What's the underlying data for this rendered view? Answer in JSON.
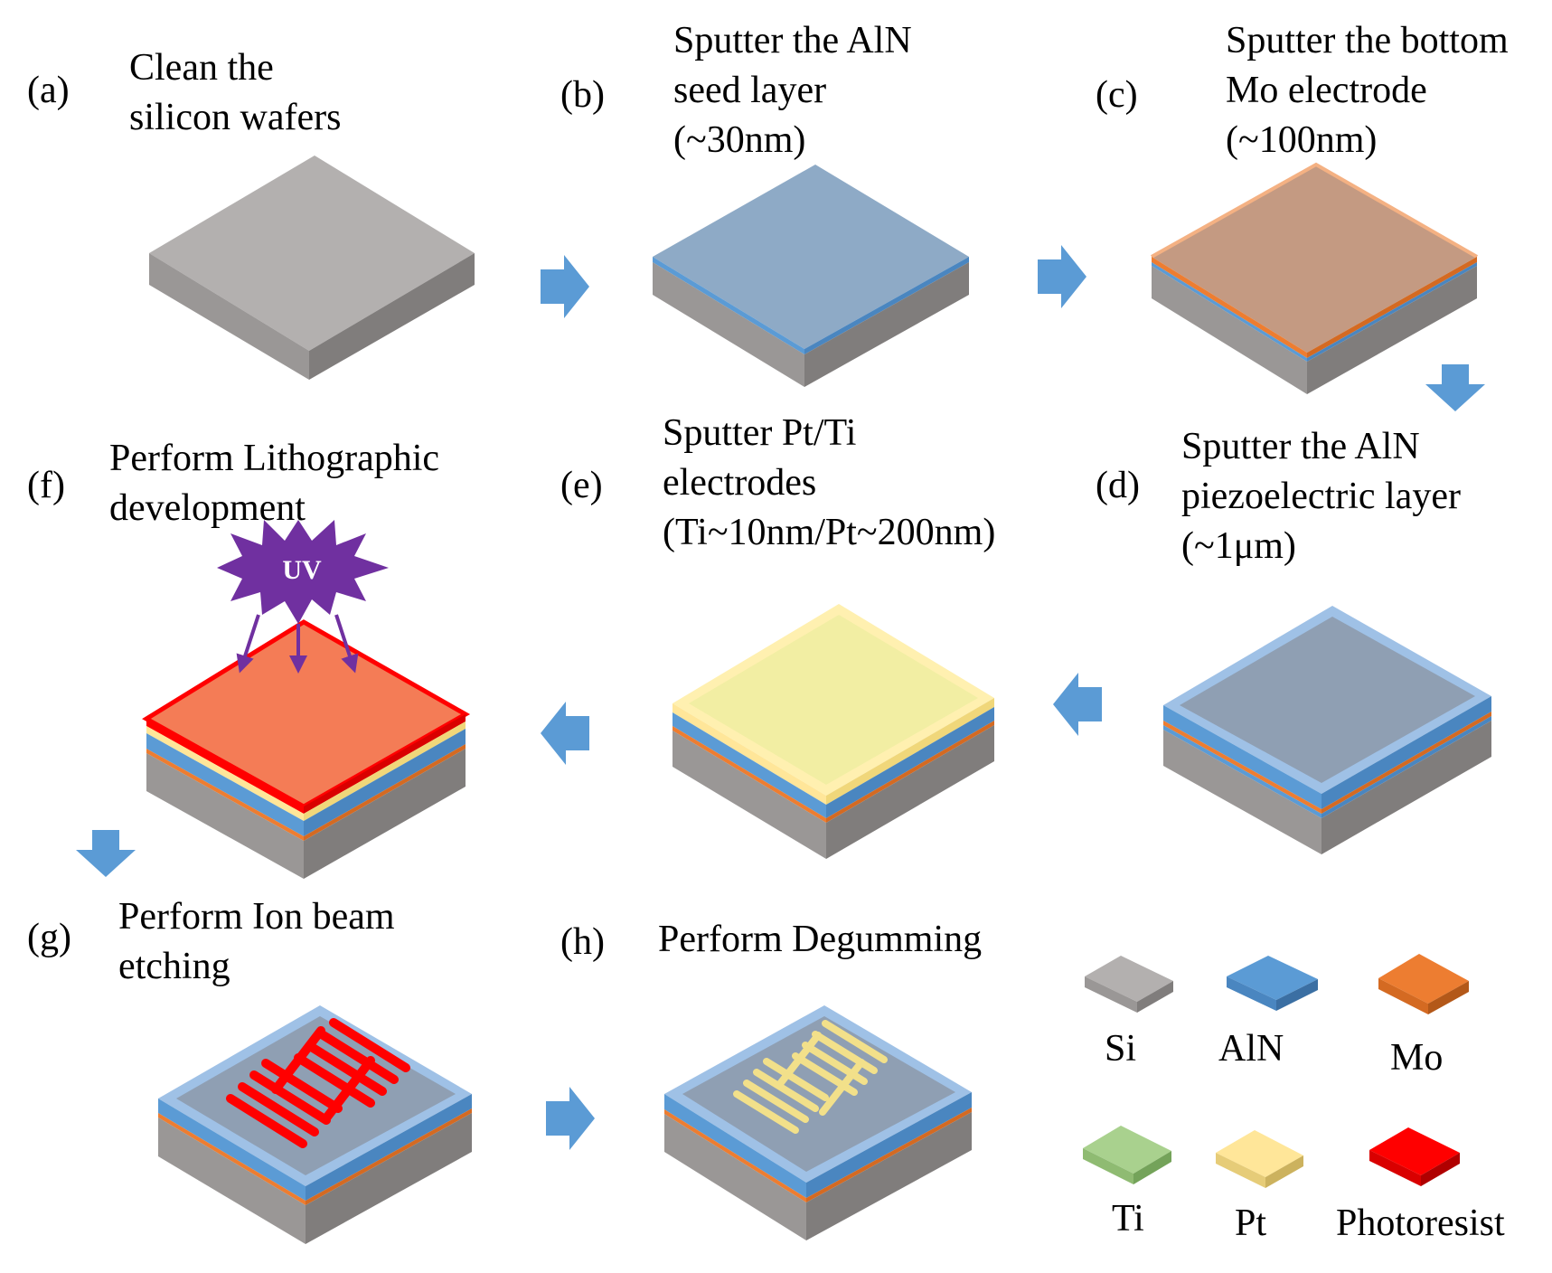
{
  "steps": [
    {
      "letter": "(a)",
      "lines": [
        "Clean the",
        "silicon wafers"
      ]
    },
    {
      "letter": "(b)",
      "lines": [
        "Sputter the AlN",
        "seed layer",
        "(~30nm)"
      ]
    },
    {
      "letter": "(c)",
      "lines": [
        "Sputter the bottom",
        "Mo electrode",
        "(~100nm)"
      ]
    },
    {
      "letter": "(d)",
      "lines": [
        "Sputter the AlN",
        "piezoelectric layer",
        "(~1μm)"
      ]
    },
    {
      "letter": "(e)",
      "lines": [
        "Sputter Pt/Ti",
        "electrodes",
        "(Ti~10nm/Pt~200nm)"
      ]
    },
    {
      "letter": "(f)",
      "lines": [
        "Perform Lithographic",
        "development"
      ]
    },
    {
      "letter": "(g)",
      "lines": [
        "Perform Ion beam",
        "etching"
      ]
    },
    {
      "letter": "(h)",
      "lines": [
        "Perform Degumming"
      ]
    }
  ],
  "uv_label": "UV",
  "legend": [
    {
      "label": "Si",
      "color": "#a9a6a5"
    },
    {
      "label": "AlN",
      "color": "#5b9bd5"
    },
    {
      "label": "Mo",
      "color": "#ed7d31"
    },
    {
      "label": "Ti",
      "color": "#a9d18e"
    },
    {
      "label": "Pt",
      "color": "#ffe699"
    },
    {
      "label": "Photoresist",
      "color": "#ff0000"
    }
  ],
  "colors": {
    "si_top": "#b3b0af",
    "si_left": "#9a9796",
    "si_right": "#807d7c",
    "aln": "#5b9bd5",
    "aln_top": "#8eaac6",
    "mo": "#ed7d31",
    "mo_top": "#c49a82",
    "pt": "#ffe699",
    "pt_top": "#f2eea3",
    "photoresist": "#ff0000",
    "photoresist_top": "#f47c56",
    "aln_thick_top": "#8f9fb3",
    "arrow": "#5b9bd5",
    "uv_fill": "#7030a0"
  }
}
